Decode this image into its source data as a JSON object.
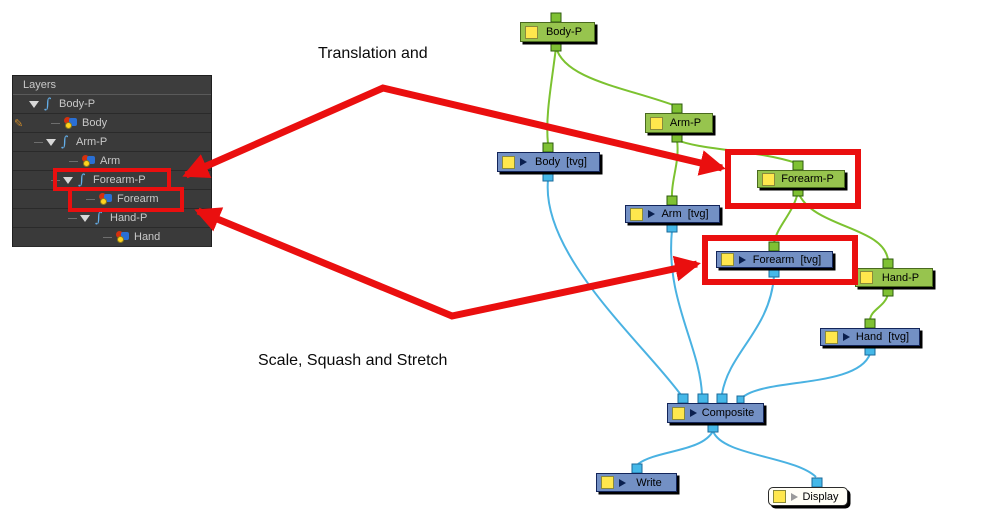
{
  "annotations": {
    "label_top": "Translation and",
    "label_bottom": "Scale, Squash and Stretch",
    "color": "#ea0f0f"
  },
  "layers_panel": {
    "title": "Layers",
    "rows": [
      {
        "label": "Body-P",
        "type": "peg"
      },
      {
        "label": "Body",
        "type": "drawing"
      },
      {
        "label": "Arm-P",
        "type": "peg"
      },
      {
        "label": "Arm",
        "type": "drawing"
      },
      {
        "label": "Forearm-P",
        "type": "peg"
      },
      {
        "label": "Forearm",
        "type": "drawing"
      },
      {
        "label": "Hand-P",
        "type": "peg"
      },
      {
        "label": "Hand",
        "type": "drawing"
      }
    ]
  },
  "node_graph": {
    "nodes": [
      {
        "id": "body-p",
        "label": "Body-P",
        "type": "peg"
      },
      {
        "id": "arm-p",
        "label": "Arm-P",
        "type": "peg"
      },
      {
        "id": "body-tvg",
        "label": "Body  [tvg]",
        "type": "drawing"
      },
      {
        "id": "forearm-p",
        "label": "Forearm-P",
        "type": "peg"
      },
      {
        "id": "arm-tvg",
        "label": "Arm  [tvg]",
        "type": "drawing"
      },
      {
        "id": "forearm-tvg",
        "label": "Forearm  [tvg]",
        "type": "drawing"
      },
      {
        "id": "hand-p",
        "label": "Hand-P",
        "type": "peg"
      },
      {
        "id": "hand-tvg",
        "label": "Hand  [tvg]",
        "type": "drawing"
      },
      {
        "id": "composite",
        "label": "Composite",
        "type": "composite"
      },
      {
        "id": "write",
        "label": "Write",
        "type": "write"
      },
      {
        "id": "display",
        "label": "Display",
        "type": "display"
      }
    ]
  },
  "colors": {
    "peg_node": "#97c44e",
    "drawing_node": "#7390c4",
    "green_cable": "#7cc230",
    "blue_cable": "#4ab2e2",
    "annotation_red": "#ea0f0f",
    "panel_bg": "#3a3a3a"
  }
}
